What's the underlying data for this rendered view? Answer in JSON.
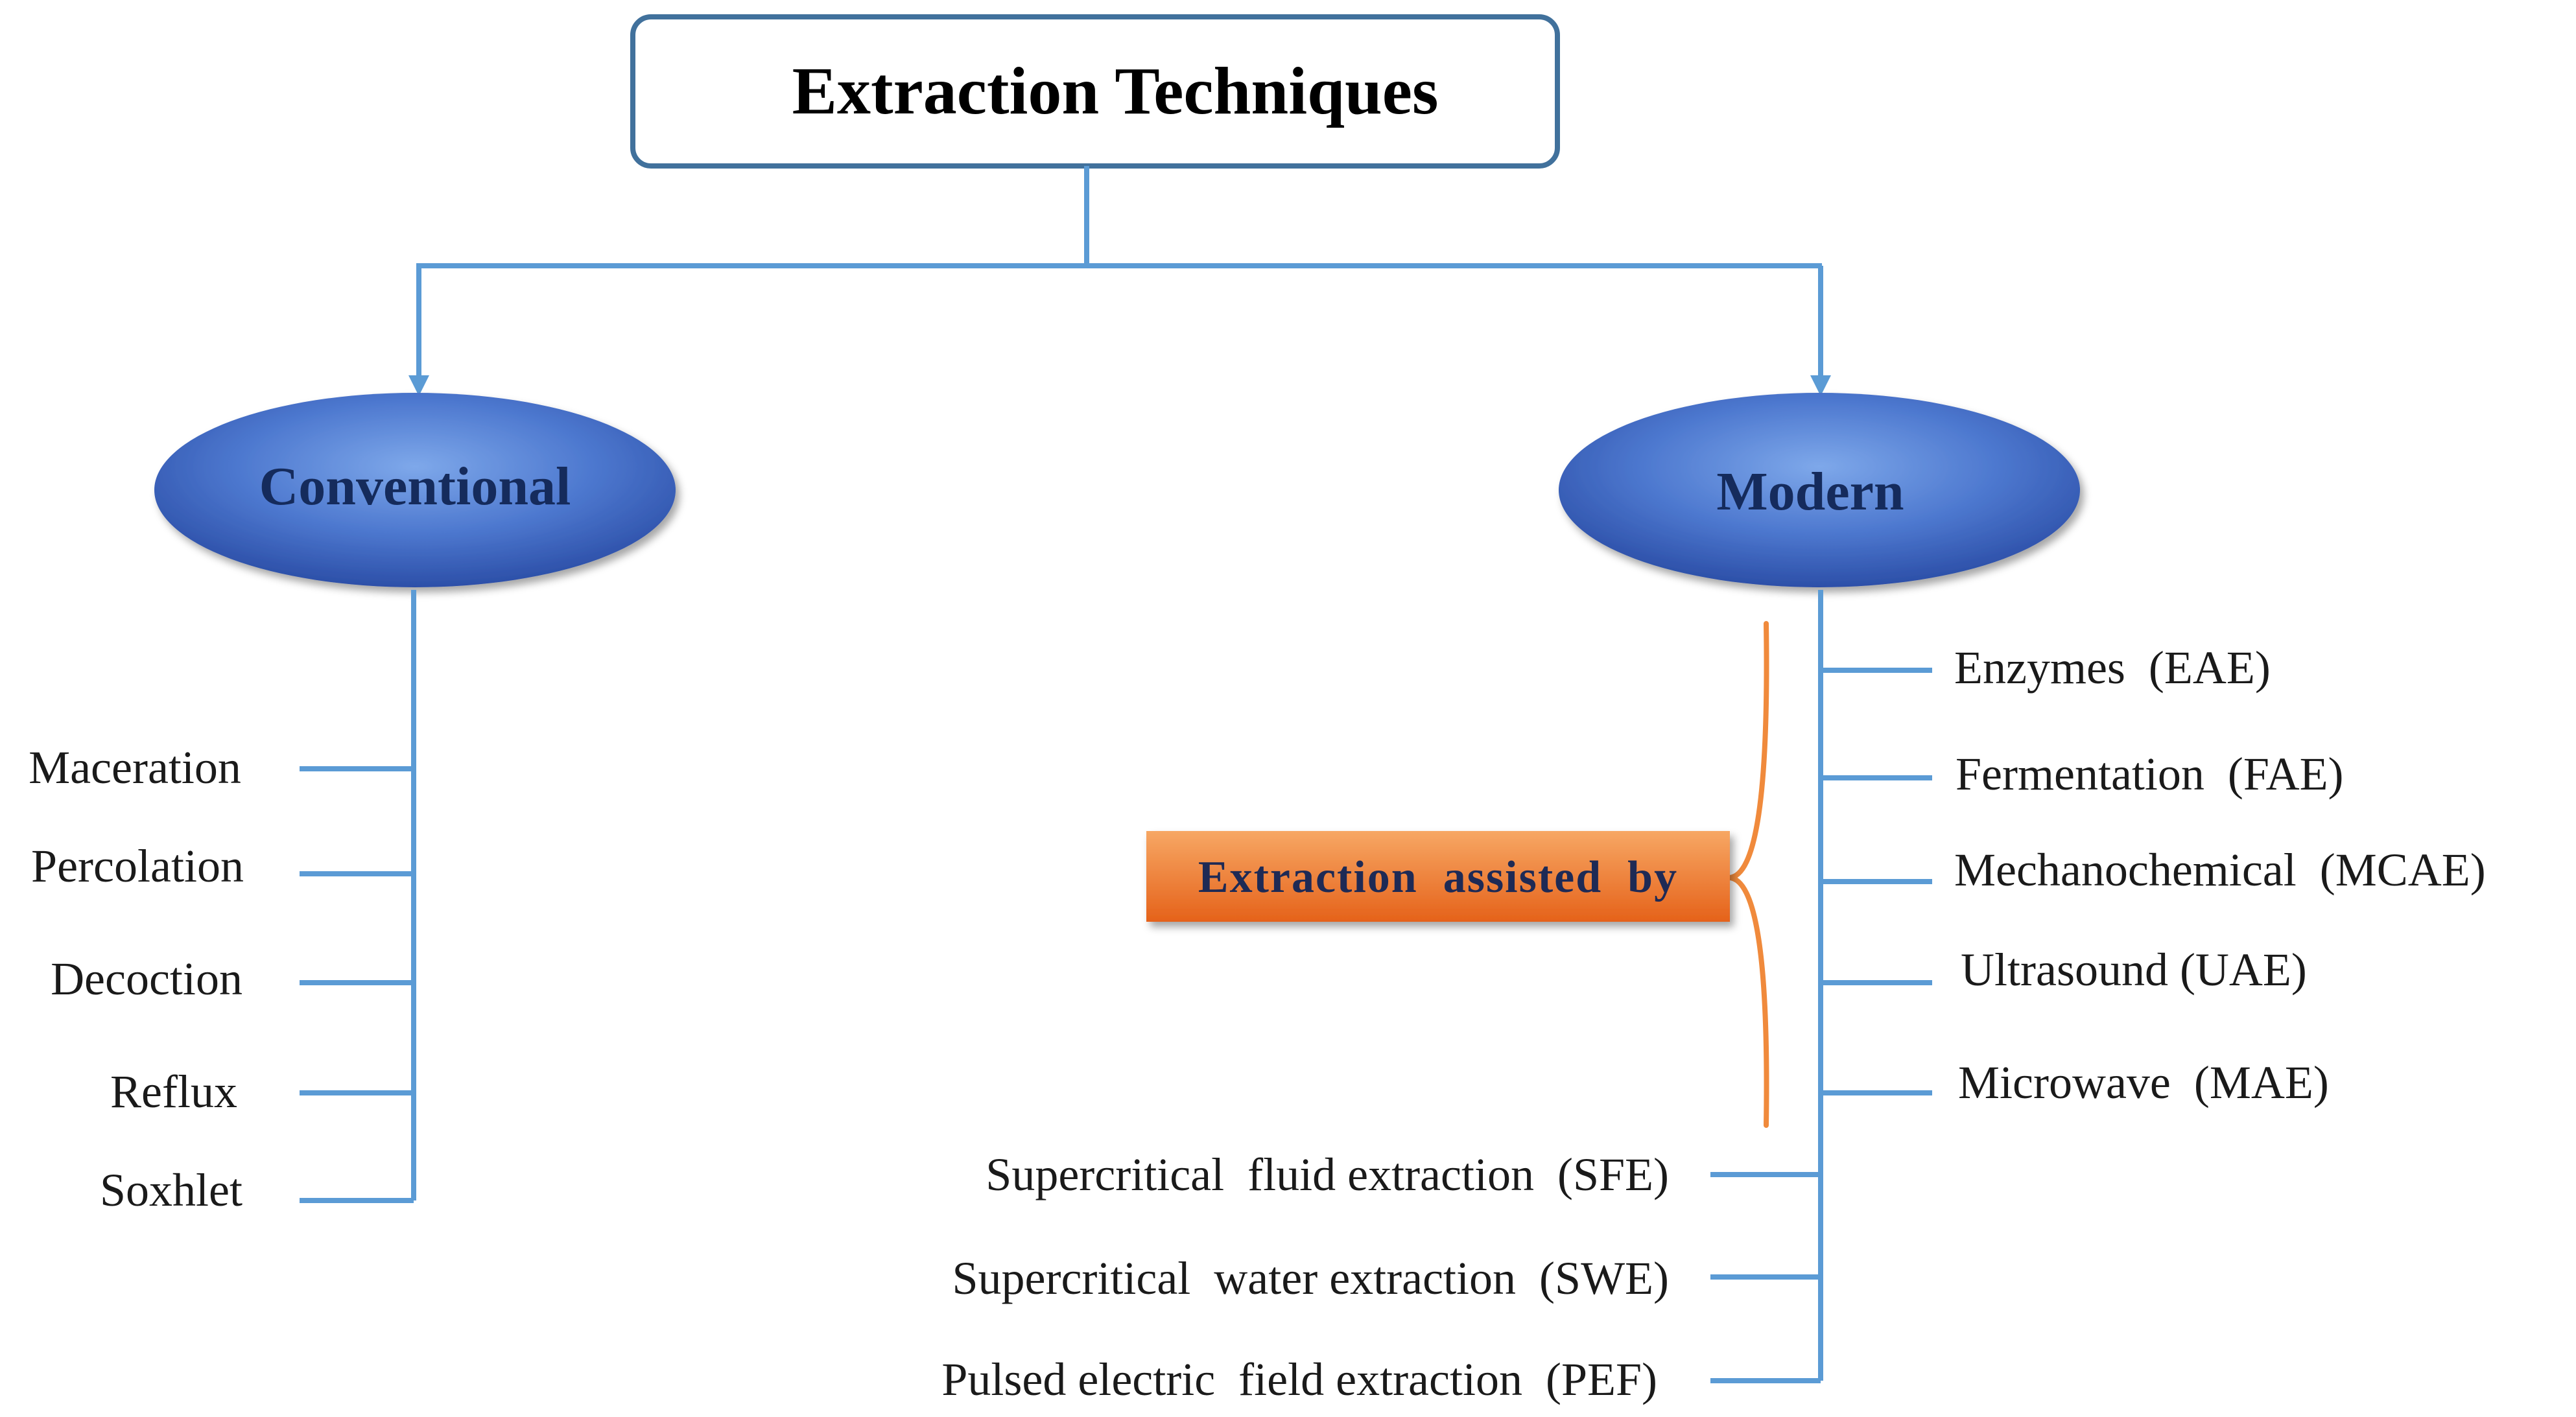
{
  "title": "Extraction Techniques",
  "categories": {
    "conventional": {
      "label": "Conventional",
      "items": [
        "Maceration",
        "Percolation",
        "Decoction",
        "Reflux",
        "Soxhlet"
      ]
    },
    "modern": {
      "label": "Modern",
      "assisted_label": "Extraction  assisted  by",
      "assisted_items": [
        "Enzymes  (EAE)",
        "Fermentation  (FAE)",
        "Mechanochemical  (MCAE)",
        "Ultrasound (UAE)",
        "Microwave  (MAE)"
      ],
      "other_items": [
        "Supercritical  fluid extraction  (SFE)",
        "Supercritical  water extraction  (SWE)",
        "Pulsed electric  field extraction  (PEF)"
      ]
    }
  },
  "colors": {
    "connector": "#5b9bd5",
    "title_border": "#41719c",
    "ellipse_light": "#7aa3e6",
    "ellipse_dark": "#2f55b0",
    "ellipse_text": "#152b5c",
    "assist_box_light": "#f59d54",
    "assist_box_dark": "#e8691a",
    "brace": "#f08a3c"
  }
}
